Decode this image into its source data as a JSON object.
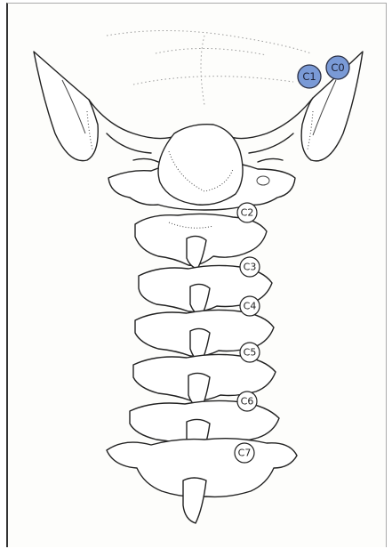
{
  "figure": {
    "highlight_color": "#7a9ad6",
    "labels": [
      {
        "id": "c0",
        "text": "C0",
        "highlighted": true
      },
      {
        "id": "c1",
        "text": "C1",
        "highlighted": true
      },
      {
        "id": "c2",
        "text": "C2",
        "highlighted": false
      },
      {
        "id": "c3",
        "text": "C3",
        "highlighted": false
      },
      {
        "id": "c4",
        "text": "C4",
        "highlighted": false
      },
      {
        "id": "c5",
        "text": "C5",
        "highlighted": false
      },
      {
        "id": "c6",
        "text": "C6",
        "highlighted": false
      },
      {
        "id": "c7",
        "text": "C7",
        "highlighted": false
      }
    ]
  }
}
